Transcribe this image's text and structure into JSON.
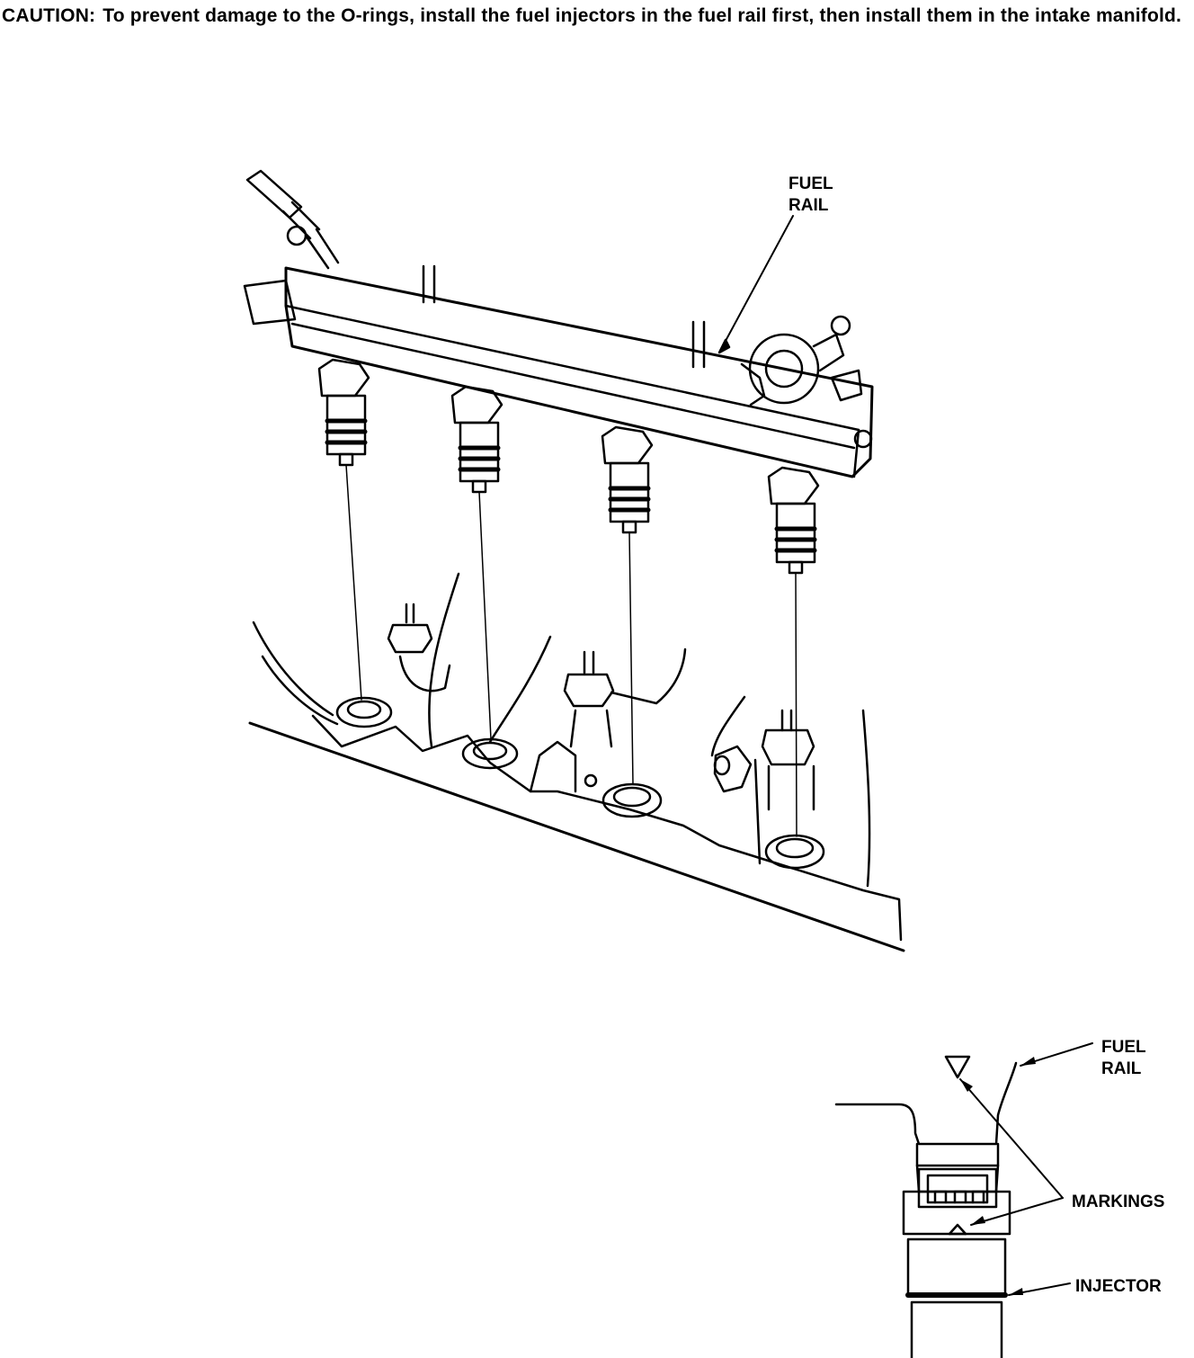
{
  "caution": {
    "label": "CAUTION:",
    "text": "To prevent damage to the O-rings, install the fuel injectors in the fuel rail first, then install them in the intake manifold."
  },
  "upper_figure": {
    "fuel_rail_line1": "FUEL",
    "fuel_rail_line2": "RAIL"
  },
  "detail_figure": {
    "fuel_rail_line1": "FUEL",
    "fuel_rail_line2": "RAIL",
    "markings": "MARKINGS",
    "injector": "INJECTOR"
  }
}
